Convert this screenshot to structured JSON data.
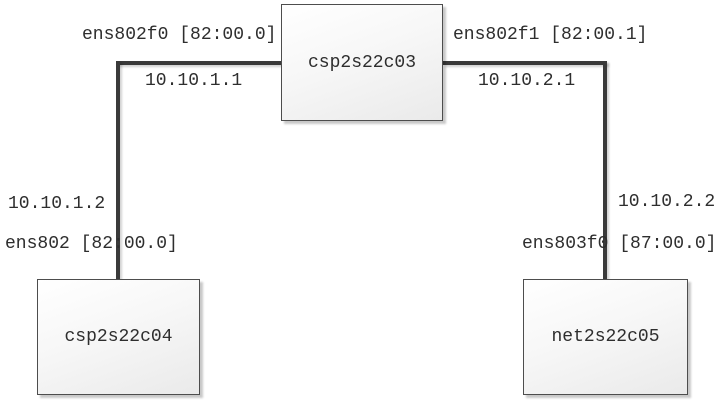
{
  "diagram": {
    "type": "network-topology",
    "nodes": [
      {
        "id": "top",
        "label": "csp2s22c03"
      },
      {
        "id": "left",
        "label": "csp2s22c04"
      },
      {
        "id": "right",
        "label": "net2s22c05"
      }
    ],
    "links": [
      {
        "from": "csp2s22c03",
        "to": "csp2s22c04",
        "from_interface": "ens802f0 [82:00.0]",
        "from_ip": "10.10.1.1",
        "to_ip": "10.10.1.2",
        "to_interface": "ens802 [82:00.0]"
      },
      {
        "from": "csp2s22c03",
        "to": "net2s22c05",
        "from_interface": "ens802f1 [82:00.1]",
        "from_ip": "10.10.2.1",
        "to_ip": "10.10.2.2",
        "to_interface": "ens803f0 [87:00.0]"
      }
    ],
    "colors": {
      "background": "#ffffff",
      "line": "#3a3a3a",
      "node_border": "#4d4d4d",
      "node_fill_top": "#ffffff",
      "node_fill_bottom": "#eaeaea",
      "text": "#2e2e2e"
    }
  }
}
